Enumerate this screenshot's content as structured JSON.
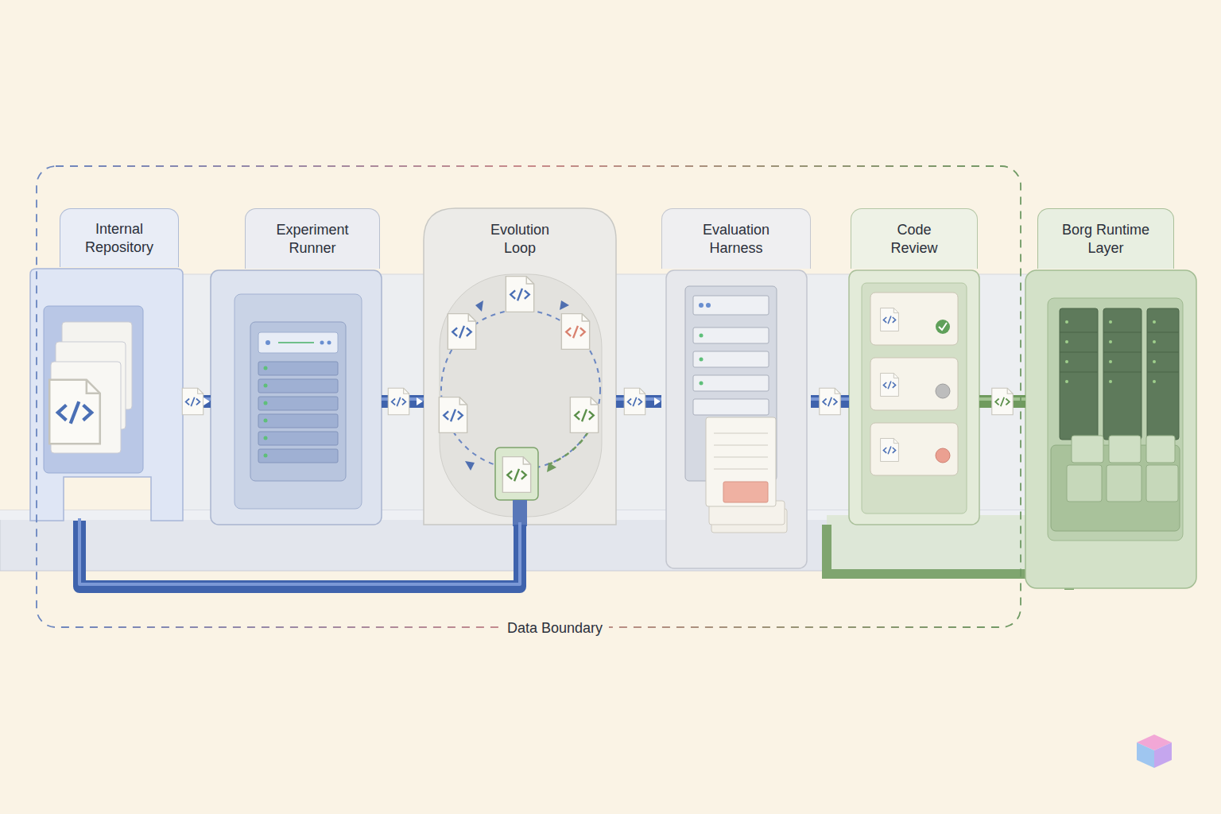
{
  "diagram": {
    "nodes": [
      {
        "text": [
          "Data Boundary"
        ]
      },
      {
        "text": [
          "Internal Repository"
        ],
        "in": 0
      },
      {
        "text": [
          "Experiment Runner"
        ],
        "in": 0
      },
      {
        "text": [
          "Evolution Loop"
        ],
        "in": 0
      },
      {
        "text": [
          "Evaluation Harness"
        ],
        "in": 0
      },
      {
        "text": [
          "Code Review"
        ],
        "in": 0
      },
      {
        "text": [
          "Borg Runtime Layer"
        ]
      }
    ],
    "edges": [
      {
        "from": 1,
        "to": 2,
        "arrow": "to"
      },
      {
        "from": 2,
        "to": 3,
        "arrow": "to"
      },
      {
        "from": 3,
        "to": 4,
        "arrow": "to"
      },
      {
        "from": 4,
        "to": 5,
        "arrow": "none"
      },
      {
        "from": 5,
        "to": 6,
        "arrow": "none"
      },
      {
        "from": 3,
        "to": 1,
        "arrow": "none"
      }
    ]
  }
}
